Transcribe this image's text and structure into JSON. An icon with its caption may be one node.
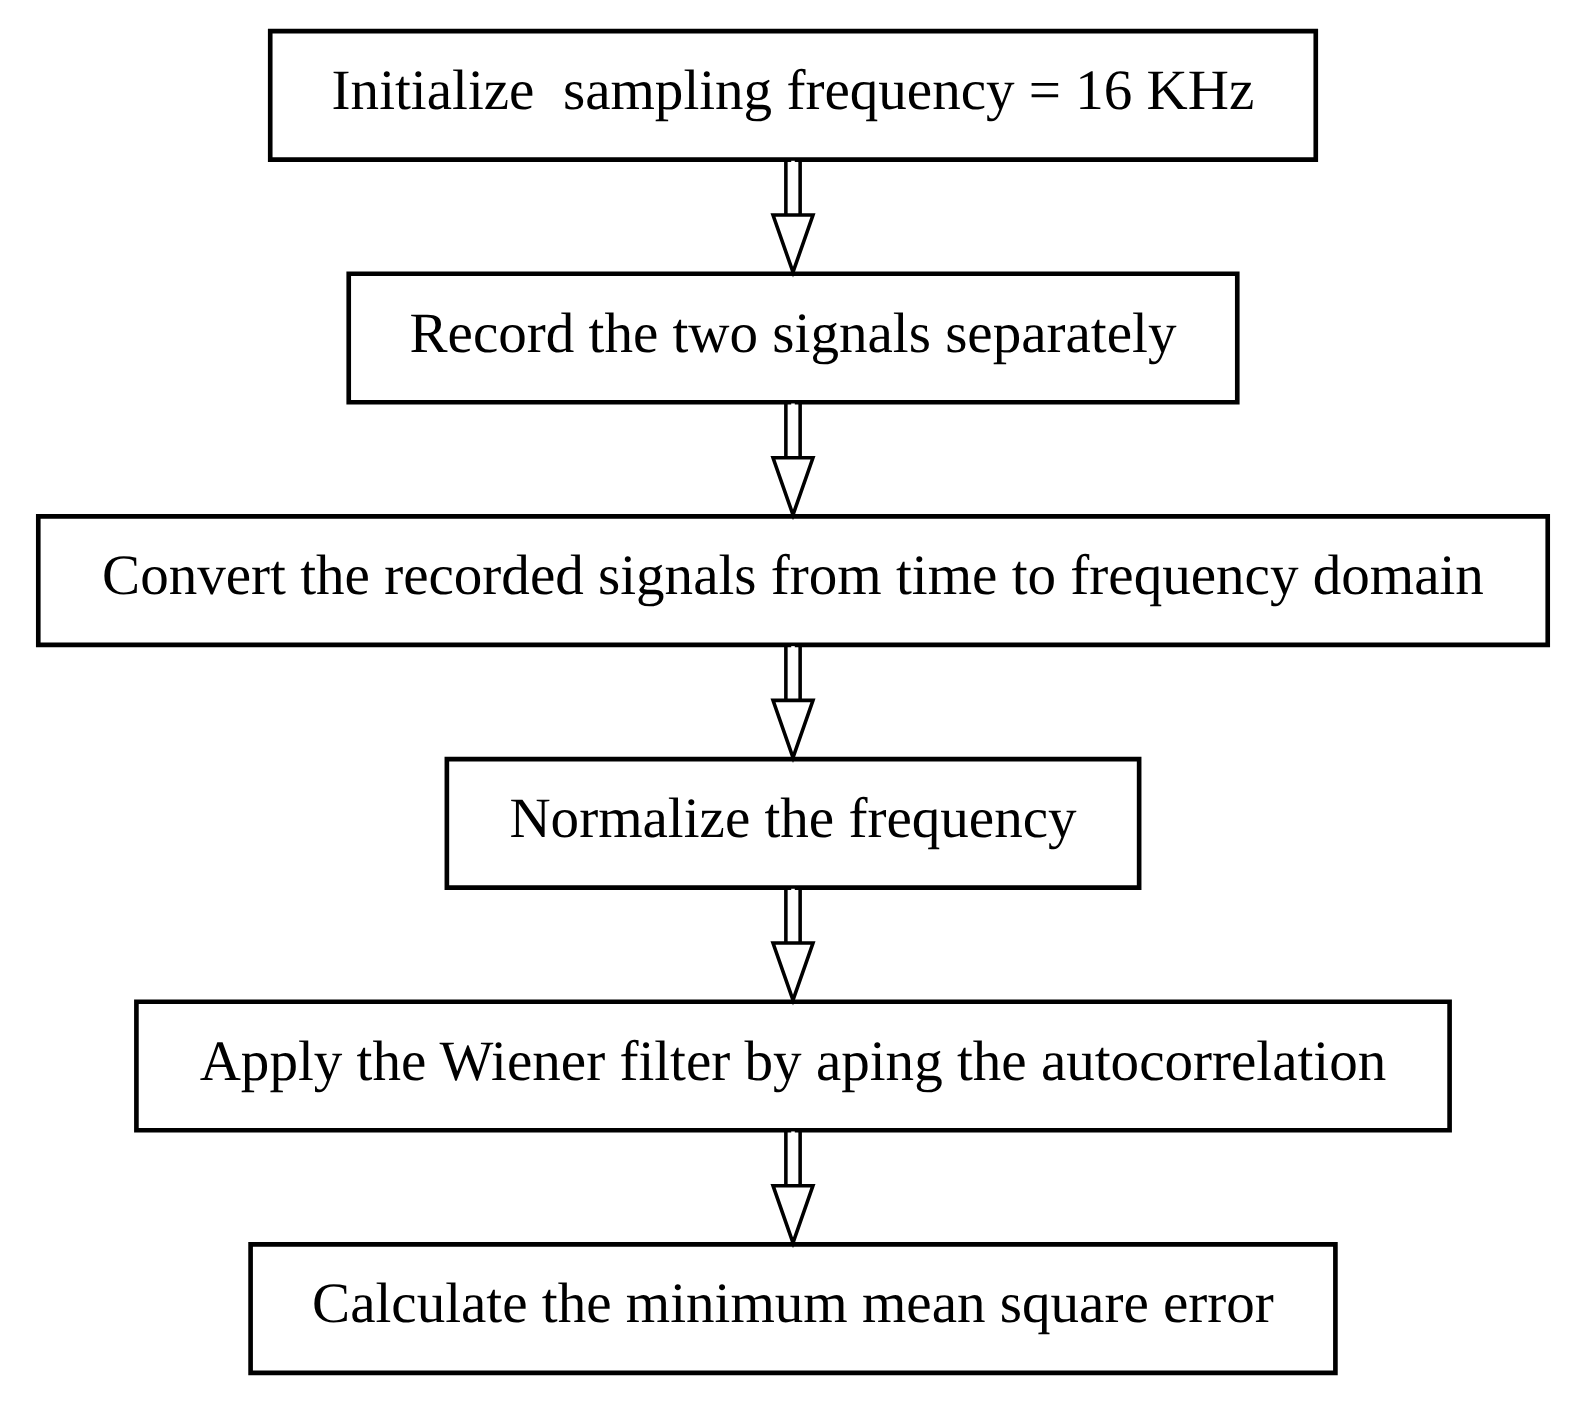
{
  "diagram": {
    "nodes": [
      {
        "text": [
          "Initialize  sampling frequency = 16 KHz"
        ]
      },
      {
        "text": [
          "Record the two signals separately"
        ]
      },
      {
        "text": [
          "Convert the recorded signals from time to frequency domain"
        ]
      },
      {
        "text": [
          "Normalize the frequency"
        ]
      },
      {
        "text": [
          "Apply the Wiener filter by aping the autocorrelation"
        ]
      },
      {
        "text": [
          "Calculate the minimum mean square error"
        ]
      }
    ],
    "edges": [
      {
        "from": 0,
        "to": 1,
        "arrow": "to"
      },
      {
        "from": 1,
        "to": 2,
        "arrow": "to"
      },
      {
        "from": 2,
        "to": 3,
        "arrow": "to"
      },
      {
        "from": 3,
        "to": 4,
        "arrow": "to"
      },
      {
        "from": 4,
        "to": 5,
        "arrow": "to"
      }
    ]
  }
}
